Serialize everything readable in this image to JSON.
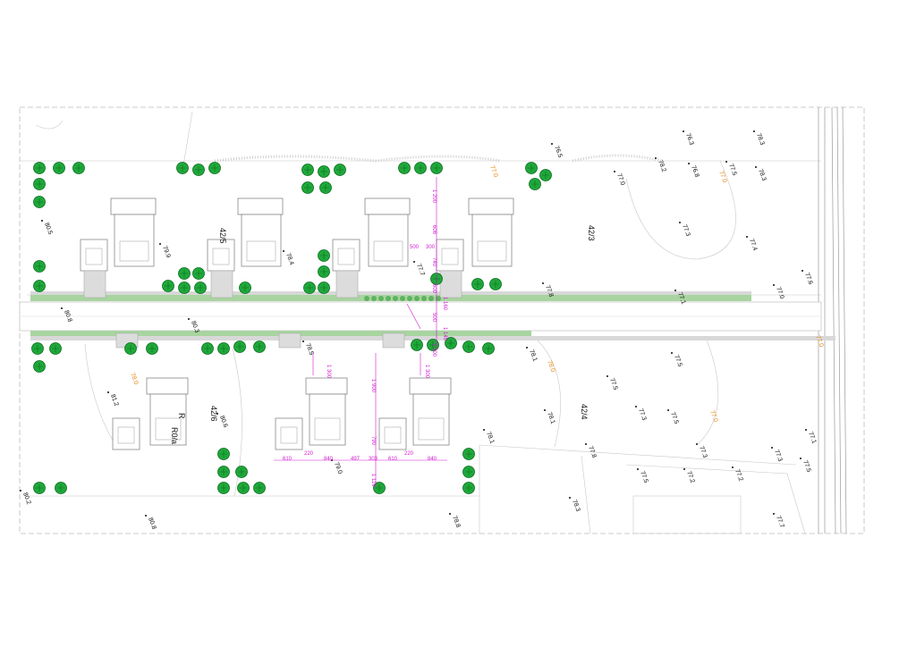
{
  "plot_labels": [
    "42/5",
    "42/3",
    "42/6",
    "42/4"
  ],
  "house_label": [
    "R",
    "R0/a"
  ],
  "elevations": [
    "76.5",
    "76.3",
    "78.3",
    "78.2",
    "76.8",
    "77.5",
    "77.0",
    "78.3",
    "80.5",
    "79.9",
    "78.4",
    "77.7",
    "77.3",
    "77.4",
    "77.8",
    "77.1",
    "77.0",
    "77.6",
    "80.8",
    "80.3",
    "78.5",
    "78.1",
    "77.5",
    "77.5",
    "77.3",
    "77.5",
    "81.2",
    "80.6",
    "79.0",
    "78.1",
    "77.8",
    "77.3",
    "77.5",
    "77.2",
    "77.2",
    "77.3",
    "77.7",
    "78.3",
    "78.8",
    "80.8",
    "80.2",
    "77.1",
    "78.1",
    "77.5"
  ],
  "contour_labels": [
    "77.0",
    "77.0",
    "77.0",
    "78.0",
    "78.0",
    "77.0"
  ],
  "dimensions": [
    "1 200",
    "608",
    "500",
    "300",
    "740",
    "600",
    "1 160",
    "500",
    "1 140",
    "1 300",
    "1 300",
    "1 900",
    "1 300",
    "790",
    "610",
    "220",
    "840",
    "497",
    "303",
    "610",
    "220",
    "840",
    "1 110"
  ]
}
